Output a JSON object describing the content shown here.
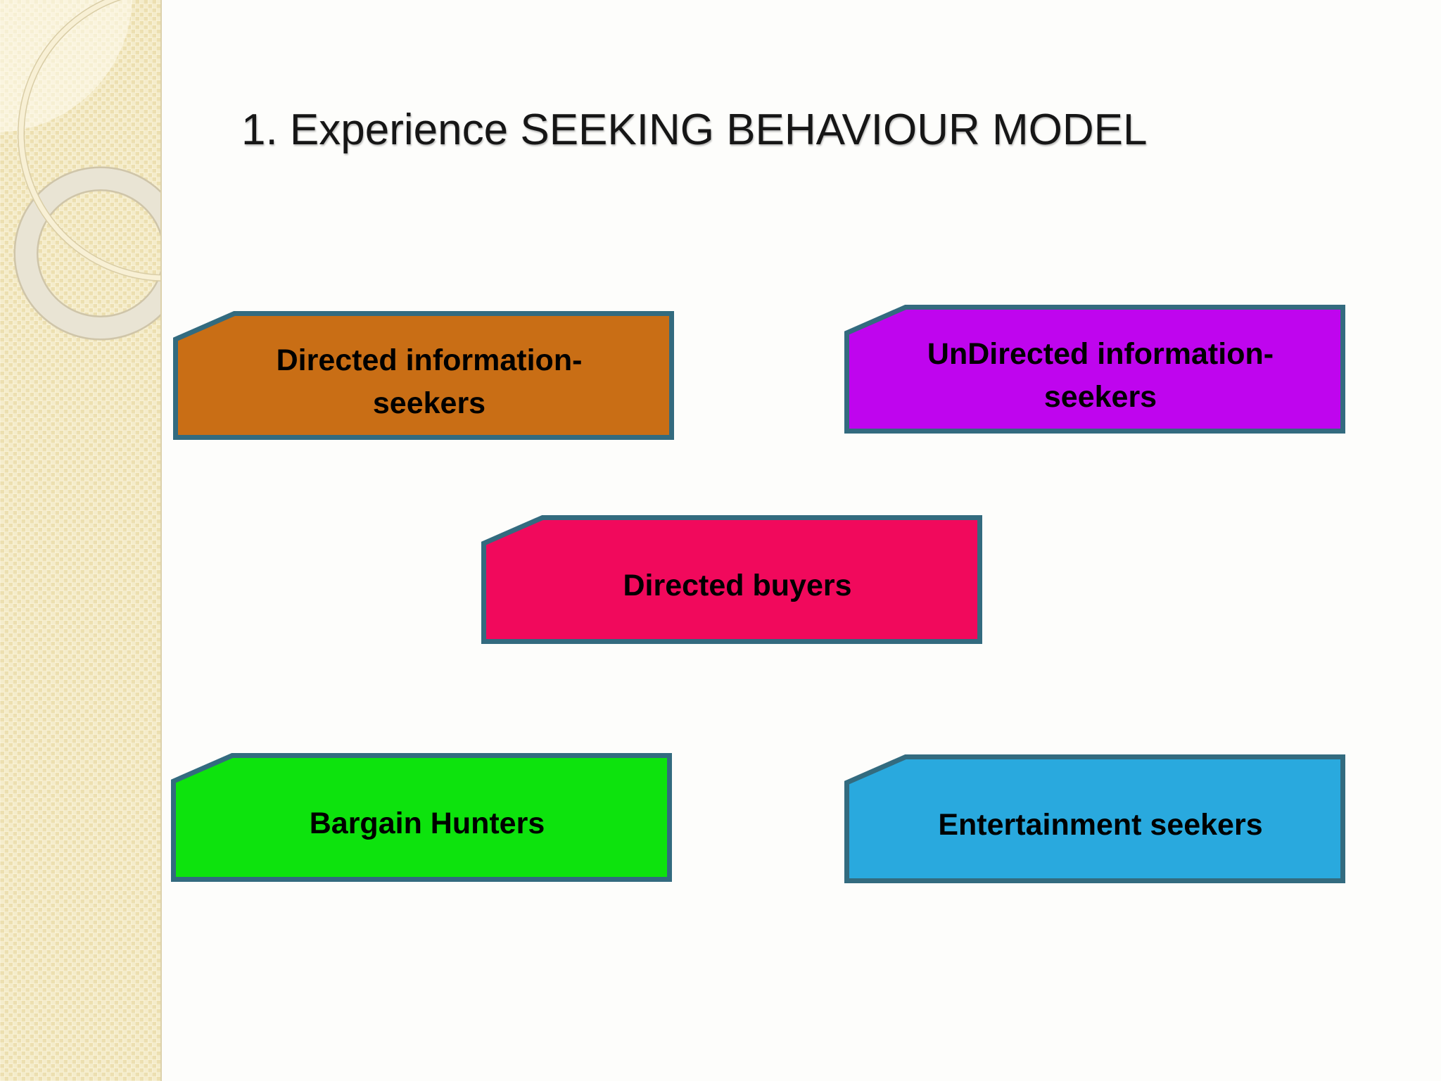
{
  "slide": {
    "title": "1. Experience SEEKING BEHAVIOUR MODEL"
  },
  "diagram": {
    "border_color": "#336b7f",
    "boxes": [
      {
        "name": "directed-information-seekers",
        "lines": [
          "Directed information-",
          "seekers"
        ],
        "fill": "#c96e15"
      },
      {
        "name": "undirected-information-seekers",
        "lines": [
          "UnDirected information-",
          "seekers"
        ],
        "fill": "#bf05ee"
      },
      {
        "name": "directed-buyers",
        "lines": [
          "Directed buyers"
        ],
        "fill": "#f1095c"
      },
      {
        "name": "bargain-hunters",
        "lines": [
          "Bargain Hunters"
        ],
        "fill": "#0de30d"
      },
      {
        "name": "entertainment-seekers",
        "lines": [
          "Entertainment seekers"
        ],
        "fill": "#29a9de"
      }
    ]
  },
  "theme": {
    "sidebar_base": "#ecdfb0",
    "content_background": "#fdfdfb",
    "title_color": "#161616",
    "ring_thin": "#f8f0d5",
    "ring_thick": "#e9e4d4",
    "corner_glow": "#fffcf0"
  }
}
